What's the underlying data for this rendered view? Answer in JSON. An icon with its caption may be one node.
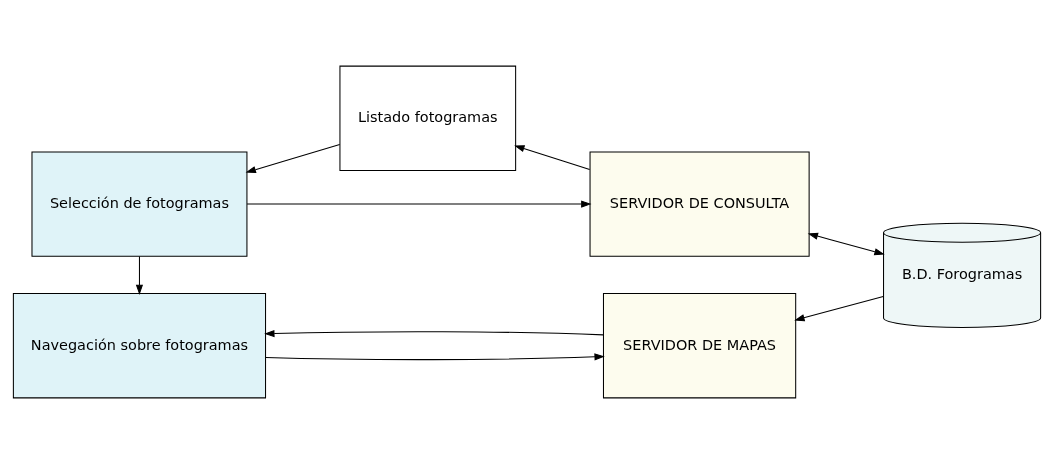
{
  "diagram": {
    "nodes": [
      {
        "text": [
          "Selección de fotogramas"
        ]
      },
      {
        "text": [
          "Listado fotogramas"
        ]
      },
      {
        "text": [
          "SERVIDOR DE CONSULTA"
        ]
      },
      {
        "text": [
          "Navegación sobre fotogramas"
        ]
      },
      {
        "text": [
          "SERVIDOR DE MAPAS"
        ]
      },
      {
        "text": [
          "B.D. Forogramas"
        ]
      }
    ],
    "edges": [
      {
        "from": 0,
        "to": 2,
        "arrow": "to"
      },
      {
        "from": 2,
        "to": 1,
        "arrow": "to"
      },
      {
        "from": 1,
        "to": 0,
        "arrow": "to"
      },
      {
        "from": 0,
        "to": 3,
        "arrow": "to"
      },
      {
        "from": 3,
        "to": 4,
        "arrow": "to"
      },
      {
        "from": 4,
        "to": 3,
        "arrow": "to"
      },
      {
        "from": 2,
        "to": 5,
        "arrow": "both"
      },
      {
        "from": 5,
        "to": 4,
        "arrow": "to"
      }
    ]
  }
}
